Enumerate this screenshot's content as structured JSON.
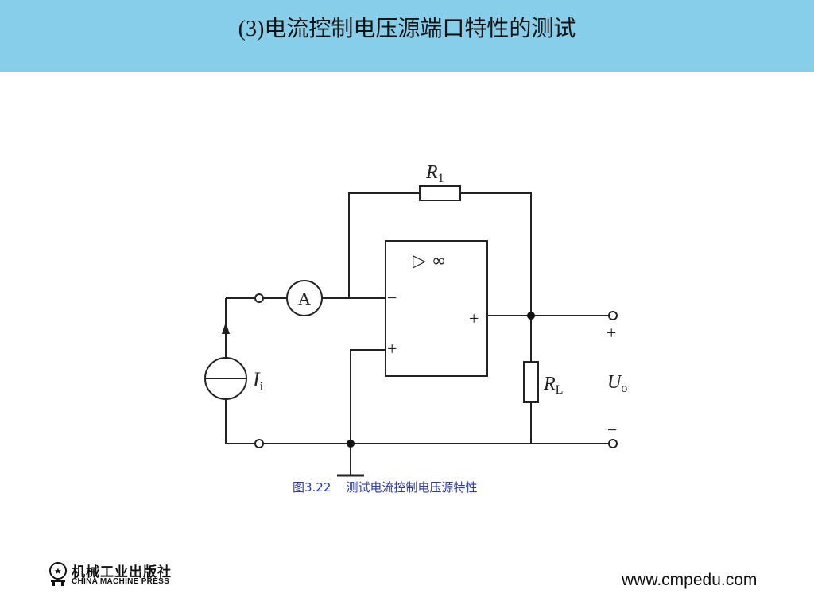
{
  "title": {
    "prefix": "(3)",
    "text": "电流控制电压源端口特性的测试"
  },
  "circuit": {
    "labels": {
      "r1": "R",
      "r1_sub": "1",
      "rl": "R",
      "rl_sub": "L",
      "ii": "I",
      "ii_sub": "i",
      "uo": "U",
      "uo_sub": "o",
      "ammeter": "A",
      "opamp_symbol": "▷ ∞",
      "opamp_minus": "−",
      "opamp_plus_in": "+",
      "opamp_plus_out": "+",
      "out_plus": "+",
      "out_minus": "−"
    }
  },
  "caption": {
    "figure": "图3.22",
    "text": "测试电流控制电压源特性"
  },
  "footer": {
    "publisher_cn": "机械工业出版社",
    "publisher_en": "CHINA MACHINE PRESS",
    "website": "www.cmpedu.com"
  }
}
